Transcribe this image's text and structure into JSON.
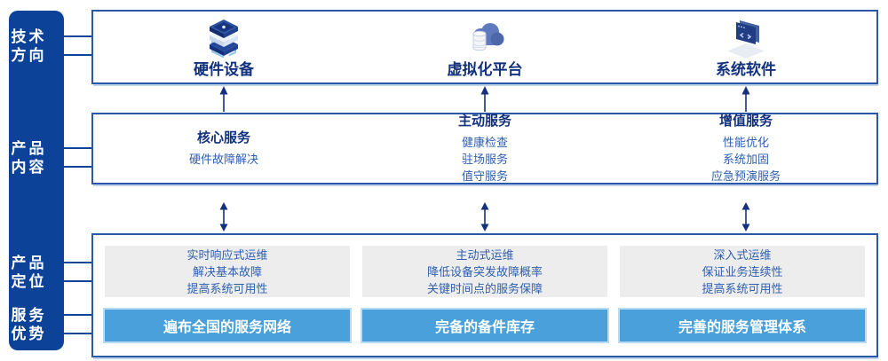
{
  "colors": {
    "sidebar_bg": "#0C4399",
    "panel_border": "#2A57A8",
    "banner_bg": "#49A0DB",
    "gray_panel_bg": "#EDEDEE",
    "heading_text": "#12317E",
    "body_text": "#2F5FAD",
    "arrow": "#13317E"
  },
  "sidebar": {
    "items": [
      {
        "line1": "技术",
        "line2": "方向"
      },
      {
        "line1": "产品",
        "line2": "内容"
      },
      {
        "line1": "产品",
        "line2": "定位"
      },
      {
        "line1": "服务",
        "line2": "优势"
      }
    ]
  },
  "tech_row": {
    "items": [
      {
        "icon": "server-stack-icon",
        "label": "硬件设备"
      },
      {
        "icon": "cloud-database-icon",
        "label": "虚拟化平台"
      },
      {
        "icon": "code-window-icon",
        "label": "系统软件"
      }
    ]
  },
  "content_row": {
    "columns": [
      {
        "title": "核心服务",
        "items": [
          "硬件故障解决"
        ]
      },
      {
        "title": "主动服务",
        "items": [
          "健康检查",
          "驻场服务",
          "值守服务"
        ]
      },
      {
        "title": "增值服务",
        "items": [
          "性能优化",
          "系统加固",
          "应急预演服务"
        ]
      }
    ]
  },
  "position_row": {
    "columns": [
      {
        "lines": [
          "实时响应式运维",
          "解决基本故障",
          "提高系统可用性"
        ],
        "banner": "遍布全国的服务网络"
      },
      {
        "lines": [
          "主动式运维",
          "降低设备突发故障概率",
          "关键时间点的服务保障"
        ],
        "banner": "完备的备件库存"
      },
      {
        "lines": [
          "深入式运维",
          "保证业务连续性",
          "提高系统可用性"
        ],
        "banner": "完善的服务管理体系"
      }
    ]
  }
}
